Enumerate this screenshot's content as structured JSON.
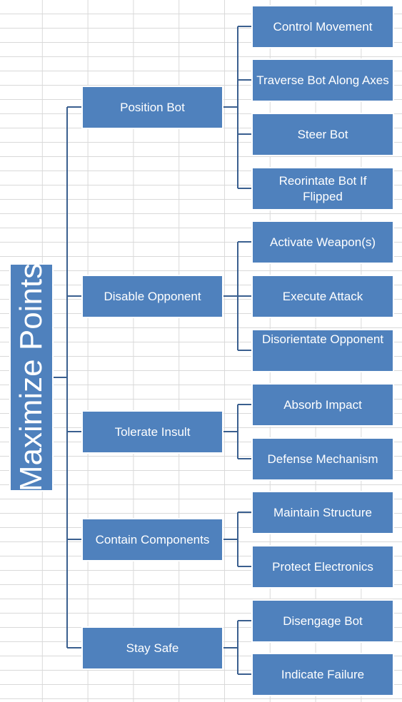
{
  "root": {
    "label": "Maximize Points"
  },
  "branches": [
    {
      "label": "Position Bot",
      "children": [
        "Control Movement",
        "Traverse Bot Along Axes",
        "Steer Bot",
        "Reorintate Bot If Flipped"
      ]
    },
    {
      "label": "Disable Opponent",
      "children": [
        "Activate Weapon(s)",
        "Execute Attack",
        "Disorientate Opponent"
      ]
    },
    {
      "label": "Tolerate Insult",
      "children": [
        "Absorb Impact",
        "Defense Mechanism"
      ]
    },
    {
      "label": "Contain Components",
      "children": [
        "Maintain Structure",
        "Protect Electronics"
      ]
    },
    {
      "label": "Stay Safe",
      "children": [
        "Disengage Bot",
        "Indicate Failure"
      ]
    }
  ],
  "colors": {
    "box": "#4f81bd",
    "connector": "#3a5f8f",
    "text": "#ffffff",
    "grid": "#d9d9d9"
  }
}
